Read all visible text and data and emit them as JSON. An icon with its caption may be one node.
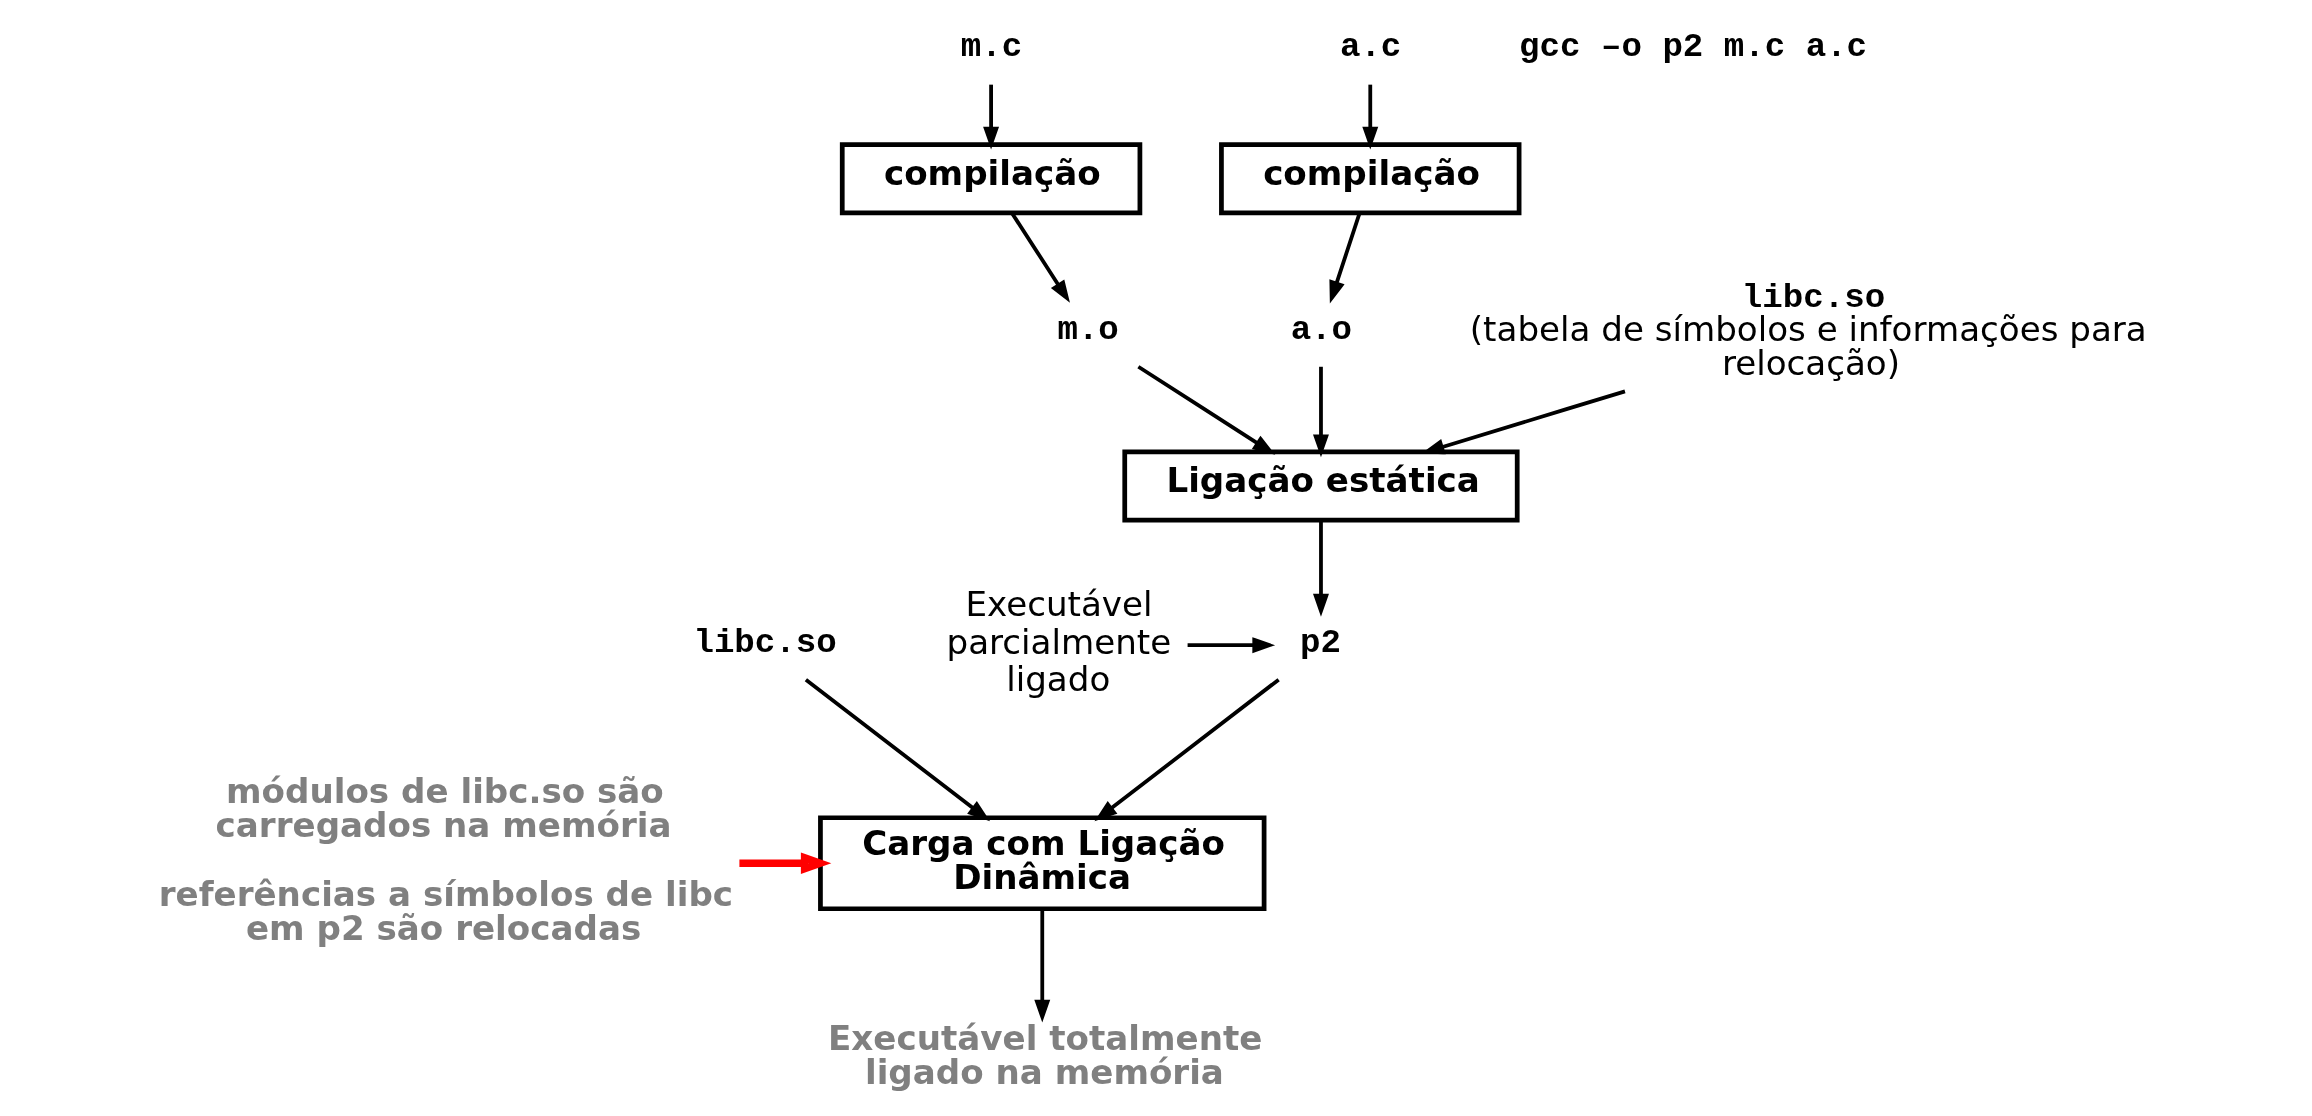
{
  "diagram": {
    "nodes": [
      {
        "text": [
          "m.c"
        ]
      },
      {
        "text": [
          "a.c"
        ]
      },
      {
        "text": [
          "compilação"
        ]
      },
      {
        "text": [
          "compilação"
        ]
      },
      {
        "text": [
          "m.o"
        ]
      },
      {
        "text": [
          "a.o"
        ]
      },
      {
        "text": [
          "libc.so",
          "(tabela de símbolos e informações para relocação)"
        ]
      },
      {
        "text": [
          "Ligação estática"
        ]
      },
      {
        "text": [
          "Executável parcialmente ligado"
        ]
      },
      {
        "text": [
          "p2"
        ]
      },
      {
        "text": [
          "libc.so"
        ]
      },
      {
        "text": [
          "Carga com Ligação Dinâmica"
        ]
      },
      {
        "text": [
          "Executável totalmente ligado na memória"
        ]
      },
      {
        "text": [
          "módulos de libc.so são carregados na memória",
          "referências a símbolos de libc em p2 são relocadas"
        ]
      }
    ],
    "edges": [
      {
        "from": 0,
        "to": 2,
        "arrow": "to"
      },
      {
        "from": 1,
        "to": 3,
        "arrow": "to"
      },
      {
        "from": 2,
        "to": 4,
        "arrow": "to"
      },
      {
        "from": 3,
        "to": 5,
        "arrow": "to"
      },
      {
        "from": 4,
        "to": 7,
        "arrow": "to"
      },
      {
        "from": 5,
        "to": 7,
        "arrow": "to"
      },
      {
        "from": 6,
        "to": 7,
        "arrow": "to"
      },
      {
        "from": 7,
        "to": 9,
        "arrow": "to"
      },
      {
        "from": 8,
        "to": 9,
        "arrow": "to"
      },
      {
        "from": 9,
        "to": 11,
        "arrow": "to"
      },
      {
        "from": 10,
        "to": 11,
        "arrow": "to"
      },
      {
        "from": 11,
        "to": 12,
        "arrow": "to"
      },
      {
        "from": 13,
        "to": 11,
        "arrow": "to",
        "style": "thick",
        "color": "#ff0000"
      }
    ],
    "labels": [
      "gcc –o p2 m.c a.c"
    ]
  }
}
